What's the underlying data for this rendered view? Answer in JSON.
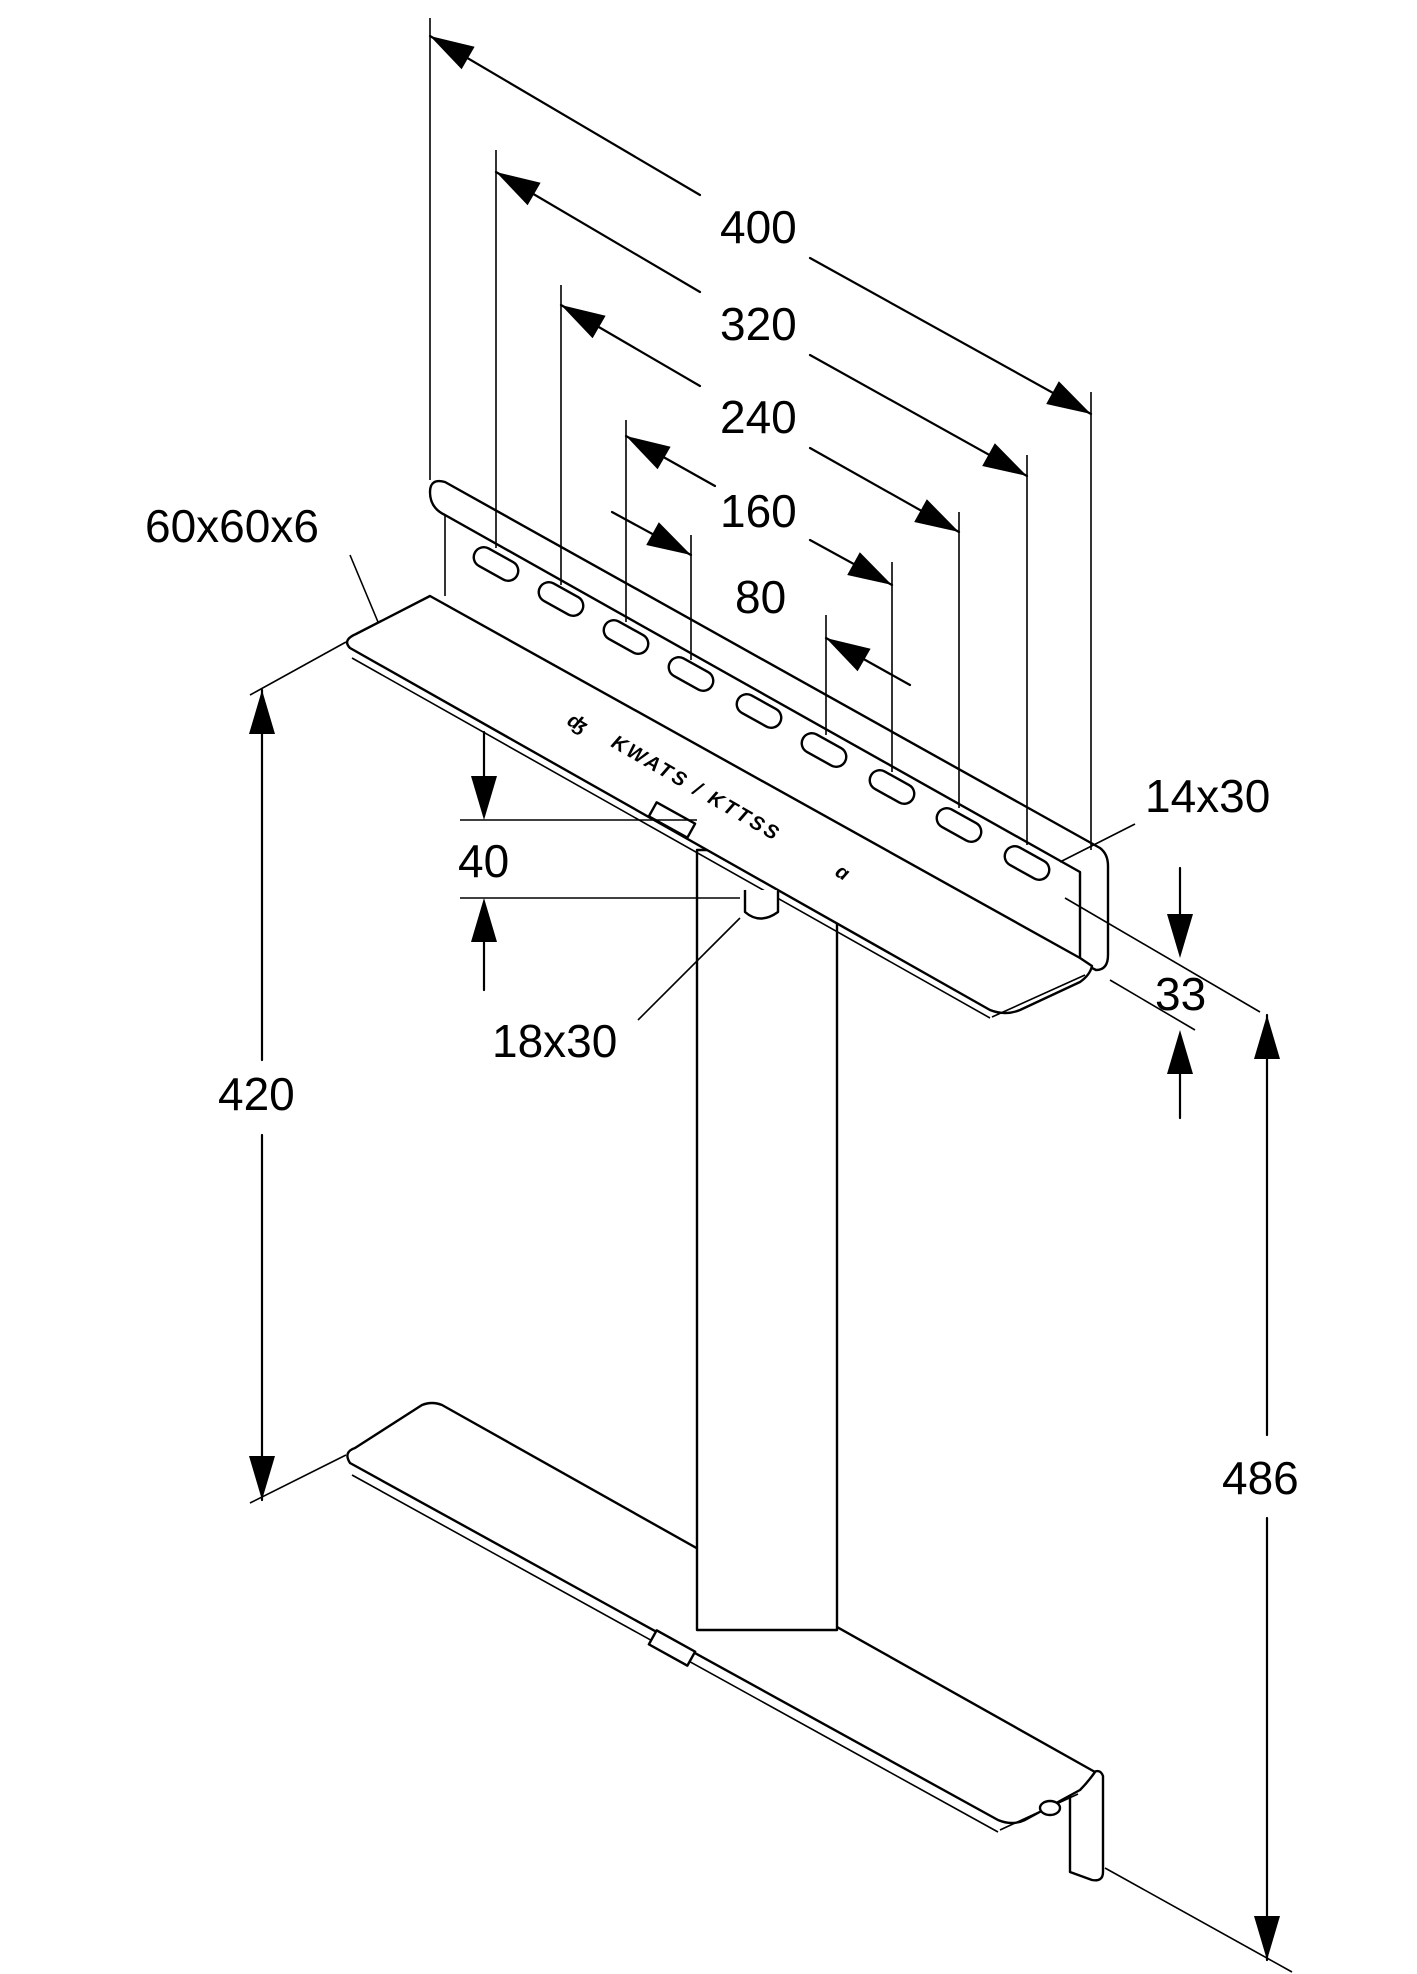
{
  "drawing": {
    "dimensions": {
      "overall_width": "400",
      "slot_span_1": "320",
      "slot_span_2": "240",
      "slot_span_3": "160",
      "slot_span_4": "80",
      "angle_profile": "60x60x6",
      "slot_size": "14x30",
      "slot_offset": "33",
      "top_offset": "40",
      "side_slot": "18x30",
      "inner_height": "420",
      "overall_height": "486"
    },
    "stamp": {
      "marking": "KWATS / KTTSS"
    }
  }
}
